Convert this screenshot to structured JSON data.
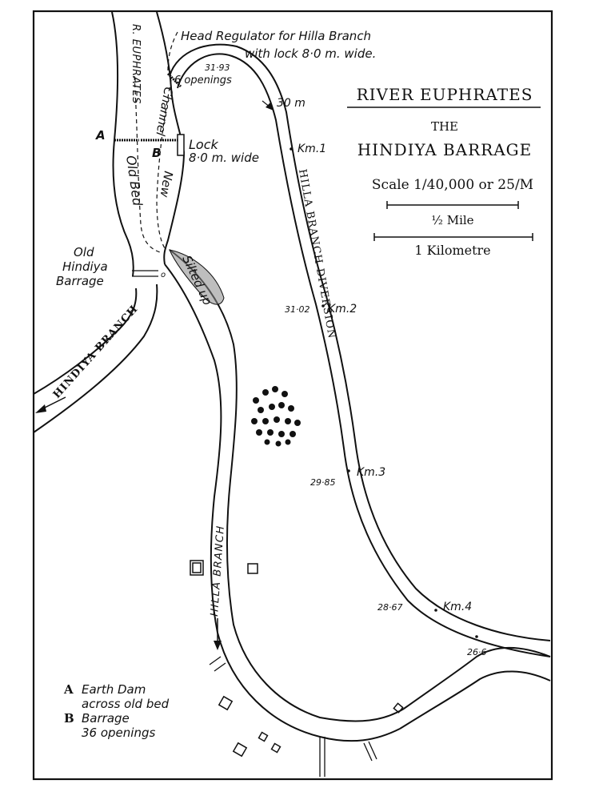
{
  "title": {
    "line1": "RIVER EUPHRATES",
    "line2": "THE",
    "line3": "HINDIYA BARRAGE"
  },
  "scale": {
    "label": "Scale 1/40,000 or 25/M",
    "half_mile": "½ Mile",
    "kilometre": "1 Kilometre"
  },
  "labels": {
    "head_regulator_1": "Head Regulator for Hilla Branch",
    "head_regulator_2": "with lock 8·0 m. wide.",
    "level_3193": "31·93",
    "six_openings": "6 openings",
    "level_30m": "30 m",
    "km1": "Km.1",
    "km2": "Km.2",
    "km3": "Km.3",
    "km4": "Km.4",
    "level_3102": "31·02",
    "level_2985": "29·85",
    "level_2867": "28·67",
    "level_266": "26·6",
    "r_euphrates": "R. EUPHRATES",
    "new_channel_1": "New",
    "new_channel_2": "Channel",
    "old_bed": "Old Bed",
    "lock_1": "Lock",
    "lock_2": "8·0 m. wide",
    "point_a": "A",
    "point_b": "B",
    "old_hindiya_1": "Old",
    "old_hindiya_2": "Hindiya",
    "old_hindiya_3": "Barrage",
    "silted_up": "Silted up",
    "hindiya_branch": "HINDIYA BRANCH",
    "hilla_branch": "HILLA BRANCH",
    "hilla_diversion": "HILLA BRANCH DIVERSION",
    "small_o": "o"
  },
  "legend": {
    "a_key": "A",
    "a_line1": "Earth Dam",
    "a_line2": "across old bed",
    "b_key": "B",
    "b_line1": "Barrage",
    "b_line2": "36 openings"
  }
}
